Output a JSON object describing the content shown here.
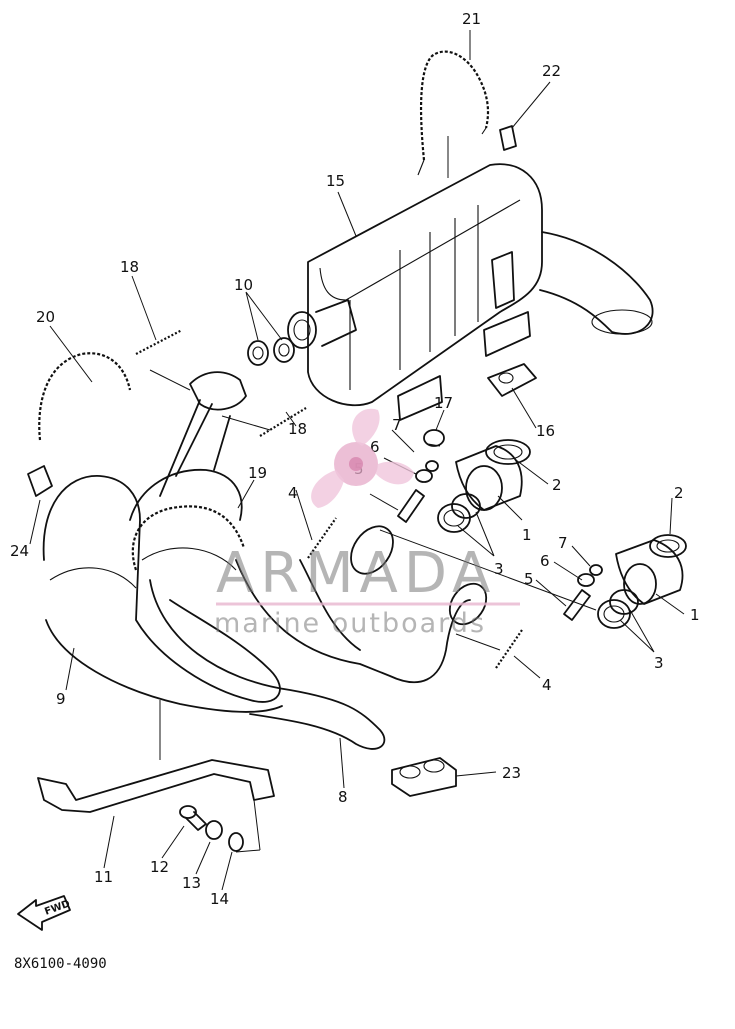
{
  "diagram": {
    "figure_code": "8X6100-4090",
    "forward_label": "FWD",
    "callouts": [
      {
        "id": "c21a",
        "label": "21"
      },
      {
        "id": "c22a",
        "label": "22"
      },
      {
        "id": "c15a",
        "label": "15"
      },
      {
        "id": "c18a",
        "label": "18"
      },
      {
        "id": "c10a",
        "label": "10"
      },
      {
        "id": "c20a",
        "label": "20"
      },
      {
        "id": "c17a",
        "label": "17"
      },
      {
        "id": "c16a",
        "label": "16"
      },
      {
        "id": "c18b",
        "label": "18"
      },
      {
        "id": "c7a",
        "label": "7"
      },
      {
        "id": "c6a",
        "label": "6"
      },
      {
        "id": "c5a",
        "label": "5"
      },
      {
        "id": "c2a",
        "label": "2"
      },
      {
        "id": "c19a",
        "label": "19"
      },
      {
        "id": "c4a",
        "label": "4"
      },
      {
        "id": "c24a",
        "label": "24"
      },
      {
        "id": "c1a",
        "label": "1"
      },
      {
        "id": "c3a",
        "label": "3"
      },
      {
        "id": "c2b",
        "label": "2"
      },
      {
        "id": "c7b",
        "label": "7"
      },
      {
        "id": "c6b",
        "label": "6"
      },
      {
        "id": "c5b",
        "label": "5"
      },
      {
        "id": "c1b",
        "label": "1"
      },
      {
        "id": "c3b",
        "label": "3"
      },
      {
        "id": "c4b",
        "label": "4"
      },
      {
        "id": "c9a",
        "label": "9"
      },
      {
        "id": "c23a",
        "label": "23"
      },
      {
        "id": "c8a",
        "label": "8"
      },
      {
        "id": "c12a",
        "label": "12"
      },
      {
        "id": "c11a",
        "label": "11"
      },
      {
        "id": "c13a",
        "label": "13"
      },
      {
        "id": "c14a",
        "label": "14"
      }
    ]
  },
  "watermark": {
    "brand": "ARMADA",
    "tagline": "marine outboards",
    "accent_color": "#e8b6cf",
    "accent_dark": "#d98cb3"
  }
}
